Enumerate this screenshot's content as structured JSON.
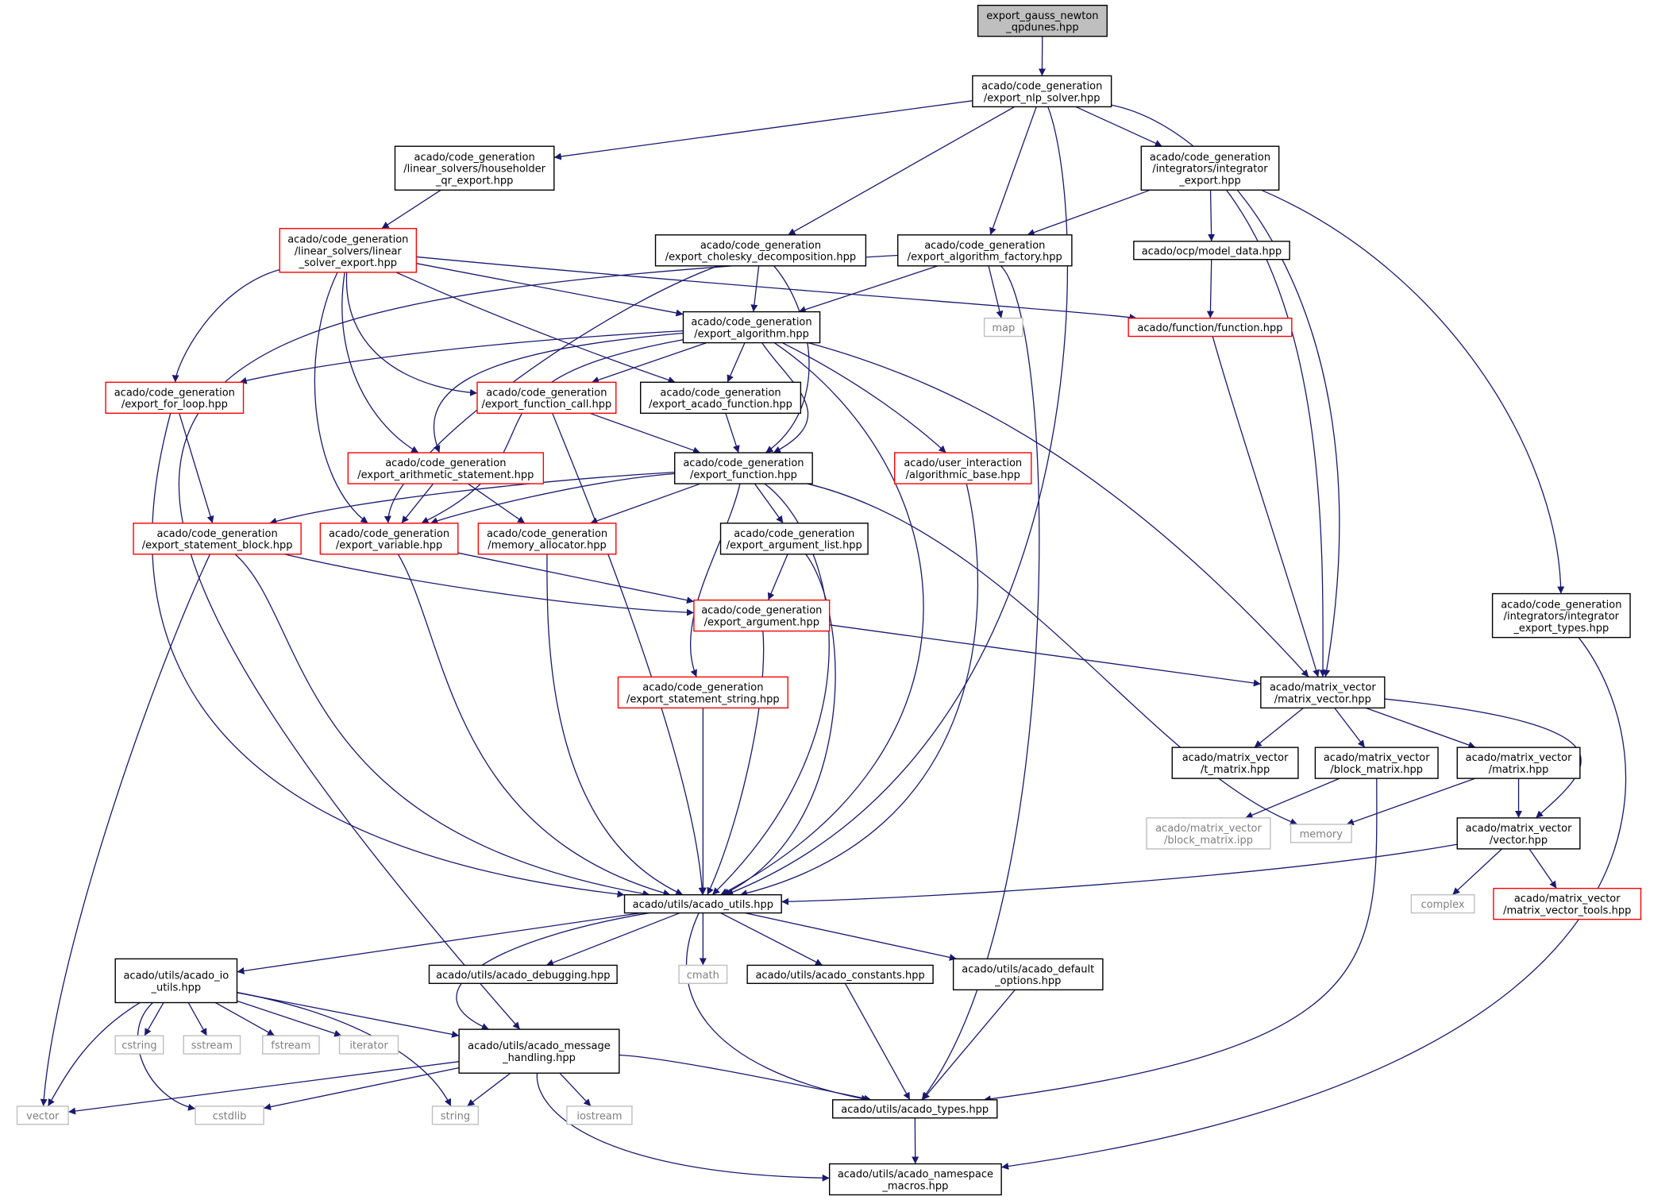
{
  "colors": {
    "edge": "#191970",
    "normal_border": "#000000",
    "truncated_border": "#ff0000",
    "external_border": "#bfbfbf",
    "root_fill": "#bfbfbf",
    "external_text": "#808080"
  },
  "nodes": {
    "root": {
      "lines": [
        "export_gauss_newton",
        "_qpdunes.hpp"
      ],
      "kind": "root"
    },
    "nlp_solver": {
      "lines": [
        "acado/code_generation",
        "/export_nlp_solver.hpp"
      ],
      "kind": "normal"
    },
    "householder": {
      "lines": [
        "acado/code_generation",
        "/linear_solvers/householder",
        "_qr_export.hpp"
      ],
      "kind": "normal"
    },
    "integrator_export": {
      "lines": [
        "acado/code_generation",
        "/integrators/integrator",
        "_export.hpp"
      ],
      "kind": "normal"
    },
    "linear_solver_export": {
      "lines": [
        "acado/code_generation",
        "/linear_solvers/linear",
        "_solver_export.hpp"
      ],
      "kind": "truncated"
    },
    "cholesky": {
      "lines": [
        "acado/code_generation",
        "/export_cholesky_decomposition.hpp"
      ],
      "kind": "normal"
    },
    "algorithm_factory": {
      "lines": [
        "acado/code_generation",
        "/export_algorithm_factory.hpp"
      ],
      "kind": "normal"
    },
    "model_data": {
      "lines": [
        "acado/ocp/model_data.hpp"
      ],
      "kind": "normal"
    },
    "map": {
      "lines": [
        "map"
      ],
      "kind": "external"
    },
    "function": {
      "lines": [
        "acado/function/function.hpp"
      ],
      "kind": "truncated"
    },
    "export_algorithm": {
      "lines": [
        "acado/code_generation",
        "/export_algorithm.hpp"
      ],
      "kind": "normal"
    },
    "for_loop": {
      "lines": [
        "acado/code_generation",
        "/export_for_loop.hpp"
      ],
      "kind": "truncated"
    },
    "function_call": {
      "lines": [
        "acado/code_generation",
        "/export_function_call.hpp"
      ],
      "kind": "truncated"
    },
    "acado_function": {
      "lines": [
        "acado/code_generation",
        "/export_acado_function.hpp"
      ],
      "kind": "normal"
    },
    "arith_statement": {
      "lines": [
        "acado/code_generation",
        "/export_arithmetic_statement.hpp"
      ],
      "kind": "truncated"
    },
    "export_function": {
      "lines": [
        "acado/code_generation",
        "/export_function.hpp"
      ],
      "kind": "normal"
    },
    "algorithmic_base": {
      "lines": [
        "acado/user_interaction",
        "/algorithmic_base.hpp"
      ],
      "kind": "truncated"
    },
    "statement_block": {
      "lines": [
        "acado/code_generation",
        "/export_statement_block.hpp"
      ],
      "kind": "truncated"
    },
    "export_variable": {
      "lines": [
        "acado/code_generation",
        "/export_variable.hpp"
      ],
      "kind": "truncated"
    },
    "memory_allocator": {
      "lines": [
        "acado/code_generation",
        "/memory_allocator.hpp"
      ],
      "kind": "truncated"
    },
    "argument_list": {
      "lines": [
        "acado/code_generation",
        "/export_argument_list.hpp"
      ],
      "kind": "normal"
    },
    "integrator_types": {
      "lines": [
        "acado/code_generation",
        "/integrators/integrator",
        "_export_types.hpp"
      ],
      "kind": "normal"
    },
    "export_argument": {
      "lines": [
        "acado/code_generation",
        "/export_argument.hpp"
      ],
      "kind": "truncated"
    },
    "statement_string": {
      "lines": [
        "acado/code_generation",
        "/export_statement_string.hpp"
      ],
      "kind": "truncated"
    },
    "matrix_vector": {
      "lines": [
        "acado/matrix_vector",
        "/matrix_vector.hpp"
      ],
      "kind": "normal"
    },
    "t_matrix": {
      "lines": [
        "acado/matrix_vector",
        "/t_matrix.hpp"
      ],
      "kind": "normal"
    },
    "block_matrix": {
      "lines": [
        "acado/matrix_vector",
        "/block_matrix.hpp"
      ],
      "kind": "normal"
    },
    "matrix": {
      "lines": [
        "acado/matrix_vector",
        "/matrix.hpp"
      ],
      "kind": "normal"
    },
    "block_matrix_ipp": {
      "lines": [
        "acado/matrix_vector",
        "/block_matrix.ipp"
      ],
      "kind": "external"
    },
    "memory": {
      "lines": [
        "memory"
      ],
      "kind": "external"
    },
    "vector": {
      "lines": [
        "acado/matrix_vector",
        "/vector.hpp"
      ],
      "kind": "normal"
    },
    "complex": {
      "lines": [
        "complex"
      ],
      "kind": "external"
    },
    "mv_tools": {
      "lines": [
        "acado/matrix_vector",
        "/matrix_vector_tools.hpp"
      ],
      "kind": "truncated"
    },
    "acado_utils": {
      "lines": [
        "acado/utils/acado_utils.hpp"
      ],
      "kind": "normal"
    },
    "io_utils": {
      "lines": [
        "acado/utils/acado_io",
        "_utils.hpp"
      ],
      "kind": "normal"
    },
    "debugging": {
      "lines": [
        "acado/utils/acado_debugging.hpp"
      ],
      "kind": "normal"
    },
    "cmath": {
      "lines": [
        "cmath"
      ],
      "kind": "external"
    },
    "constants": {
      "lines": [
        "acado/utils/acado_constants.hpp"
      ],
      "kind": "normal"
    },
    "default_options": {
      "lines": [
        "acado/utils/acado_default",
        "_options.hpp"
      ],
      "kind": "normal"
    },
    "cstring": {
      "lines": [
        "cstring"
      ],
      "kind": "external"
    },
    "sstream": {
      "lines": [
        "sstream"
      ],
      "kind": "external"
    },
    "fstream": {
      "lines": [
        "fstream"
      ],
      "kind": "external"
    },
    "iterator": {
      "lines": [
        "iterator"
      ],
      "kind": "external"
    },
    "message_handling": {
      "lines": [
        "acado/utils/acado_message",
        "_handling.hpp"
      ],
      "kind": "normal"
    },
    "vector_std": {
      "lines": [
        "vector"
      ],
      "kind": "external"
    },
    "cstdlib": {
      "lines": [
        "cstdlib"
      ],
      "kind": "external"
    },
    "string": {
      "lines": [
        "string"
      ],
      "kind": "external"
    },
    "iostream": {
      "lines": [
        "iostream"
      ],
      "kind": "external"
    },
    "acado_types": {
      "lines": [
        "acado/utils/acado_types.hpp"
      ],
      "kind": "normal"
    },
    "namespace_macros": {
      "lines": [
        "acado/utils/acado_namespace",
        "_macros.hpp"
      ],
      "kind": "normal"
    }
  },
  "edges": [
    [
      "root",
      "nlp_solver"
    ],
    [
      "nlp_solver",
      "householder"
    ],
    [
      "nlp_solver",
      "integrator_export"
    ],
    [
      "nlp_solver",
      "cholesky"
    ],
    [
      "nlp_solver",
      "algorithm_factory"
    ],
    [
      "nlp_solver",
      "acado_utils"
    ],
    [
      "nlp_solver",
      "matrix_vector"
    ],
    [
      "householder",
      "linear_solver_export"
    ],
    [
      "integrator_export",
      "algorithm_factory"
    ],
    [
      "integrator_export",
      "model_data"
    ],
    [
      "integrator_export",
      "matrix_vector"
    ],
    [
      "integrator_export",
      "integrator_types"
    ],
    [
      "linear_solver_export",
      "export_algorithm"
    ],
    [
      "linear_solver_export",
      "function"
    ],
    [
      "linear_solver_export",
      "for_loop"
    ],
    [
      "linear_solver_export",
      "function_call"
    ],
    [
      "linear_solver_export",
      "acado_function"
    ],
    [
      "linear_solver_export",
      "arith_statement"
    ],
    [
      "linear_solver_export",
      "export_variable"
    ],
    [
      "cholesky",
      "export_algorithm"
    ],
    [
      "cholesky",
      "export_function"
    ],
    [
      "cholesky",
      "export_variable"
    ],
    [
      "algorithm_factory",
      "export_algorithm"
    ],
    [
      "algorithm_factory",
      "map"
    ],
    [
      "algorithm_factory",
      "acado_types"
    ],
    [
      "algorithm_factory",
      "message_handling"
    ],
    [
      "model_data",
      "function"
    ],
    [
      "function",
      "matrix_vector"
    ],
    [
      "export_algorithm",
      "for_loop"
    ],
    [
      "export_algorithm",
      "function_call"
    ],
    [
      "export_algorithm",
      "acado_function"
    ],
    [
      "export_algorithm",
      "arith_statement"
    ],
    [
      "export_algorithm",
      "export_function"
    ],
    [
      "export_algorithm",
      "algorithmic_base"
    ],
    [
      "export_algorithm",
      "export_variable"
    ],
    [
      "export_algorithm",
      "acado_utils"
    ],
    [
      "export_algorithm",
      "matrix_vector"
    ],
    [
      "for_loop",
      "statement_block"
    ],
    [
      "for_loop",
      "acado_utils"
    ],
    [
      "function_call",
      "export_function"
    ],
    [
      "function_call",
      "acado_utils"
    ],
    [
      "acado_function",
      "export_function"
    ],
    [
      "arith_statement",
      "export_variable"
    ],
    [
      "arith_statement",
      "memory_allocator"
    ],
    [
      "export_function",
      "statement_block"
    ],
    [
      "export_function",
      "export_variable"
    ],
    [
      "export_function",
      "memory_allocator"
    ],
    [
      "export_function",
      "argument_list"
    ],
    [
      "export_function",
      "statement_string"
    ],
    [
      "export_function",
      "acado_utils"
    ],
    [
      "export_function",
      "memory"
    ],
    [
      "algorithmic_base",
      "acado_utils"
    ],
    [
      "statement_block",
      "export_argument"
    ],
    [
      "statement_block",
      "acado_utils"
    ],
    [
      "statement_block",
      "vector_std"
    ],
    [
      "export_variable",
      "export_argument"
    ],
    [
      "export_variable",
      "acado_utils"
    ],
    [
      "memory_allocator",
      "acado_utils"
    ],
    [
      "argument_list",
      "export_argument"
    ],
    [
      "argument_list",
      "acado_utils"
    ],
    [
      "integrator_types",
      "namespace_macros"
    ],
    [
      "export_argument",
      "matrix_vector"
    ],
    [
      "export_argument",
      "acado_utils"
    ],
    [
      "statement_string",
      "acado_utils"
    ],
    [
      "matrix_vector",
      "t_matrix"
    ],
    [
      "matrix_vector",
      "block_matrix"
    ],
    [
      "matrix_vector",
      "matrix"
    ],
    [
      "matrix_vector",
      "vector"
    ],
    [
      "block_matrix",
      "block_matrix_ipp"
    ],
    [
      "block_matrix",
      "acado_types"
    ],
    [
      "matrix",
      "memory"
    ],
    [
      "matrix",
      "vector"
    ],
    [
      "vector",
      "acado_utils"
    ],
    [
      "vector",
      "complex"
    ],
    [
      "vector",
      "mv_tools"
    ],
    [
      "acado_utils",
      "io_utils"
    ],
    [
      "acado_utils",
      "debugging"
    ],
    [
      "acado_utils",
      "cmath"
    ],
    [
      "acado_utils",
      "constants"
    ],
    [
      "acado_utils",
      "default_options"
    ],
    [
      "acado_utils",
      "message_handling"
    ],
    [
      "acado_utils",
      "acado_types"
    ],
    [
      "io_utils",
      "cstring"
    ],
    [
      "io_utils",
      "sstream"
    ],
    [
      "io_utils",
      "fstream"
    ],
    [
      "io_utils",
      "iterator"
    ],
    [
      "io_utils",
      "message_handling"
    ],
    [
      "io_utils",
      "vector_std"
    ],
    [
      "io_utils",
      "cstdlib"
    ],
    [
      "io_utils",
      "string"
    ],
    [
      "constants",
      "acado_types"
    ],
    [
      "default_options",
      "acado_types"
    ],
    [
      "message_handling",
      "vector_std"
    ],
    [
      "message_handling",
      "cstdlib"
    ],
    [
      "message_handling",
      "string"
    ],
    [
      "message_handling",
      "iostream"
    ],
    [
      "message_handling",
      "acado_types"
    ],
    [
      "message_handling",
      "namespace_macros"
    ],
    [
      "acado_types",
      "namespace_macros"
    ]
  ]
}
